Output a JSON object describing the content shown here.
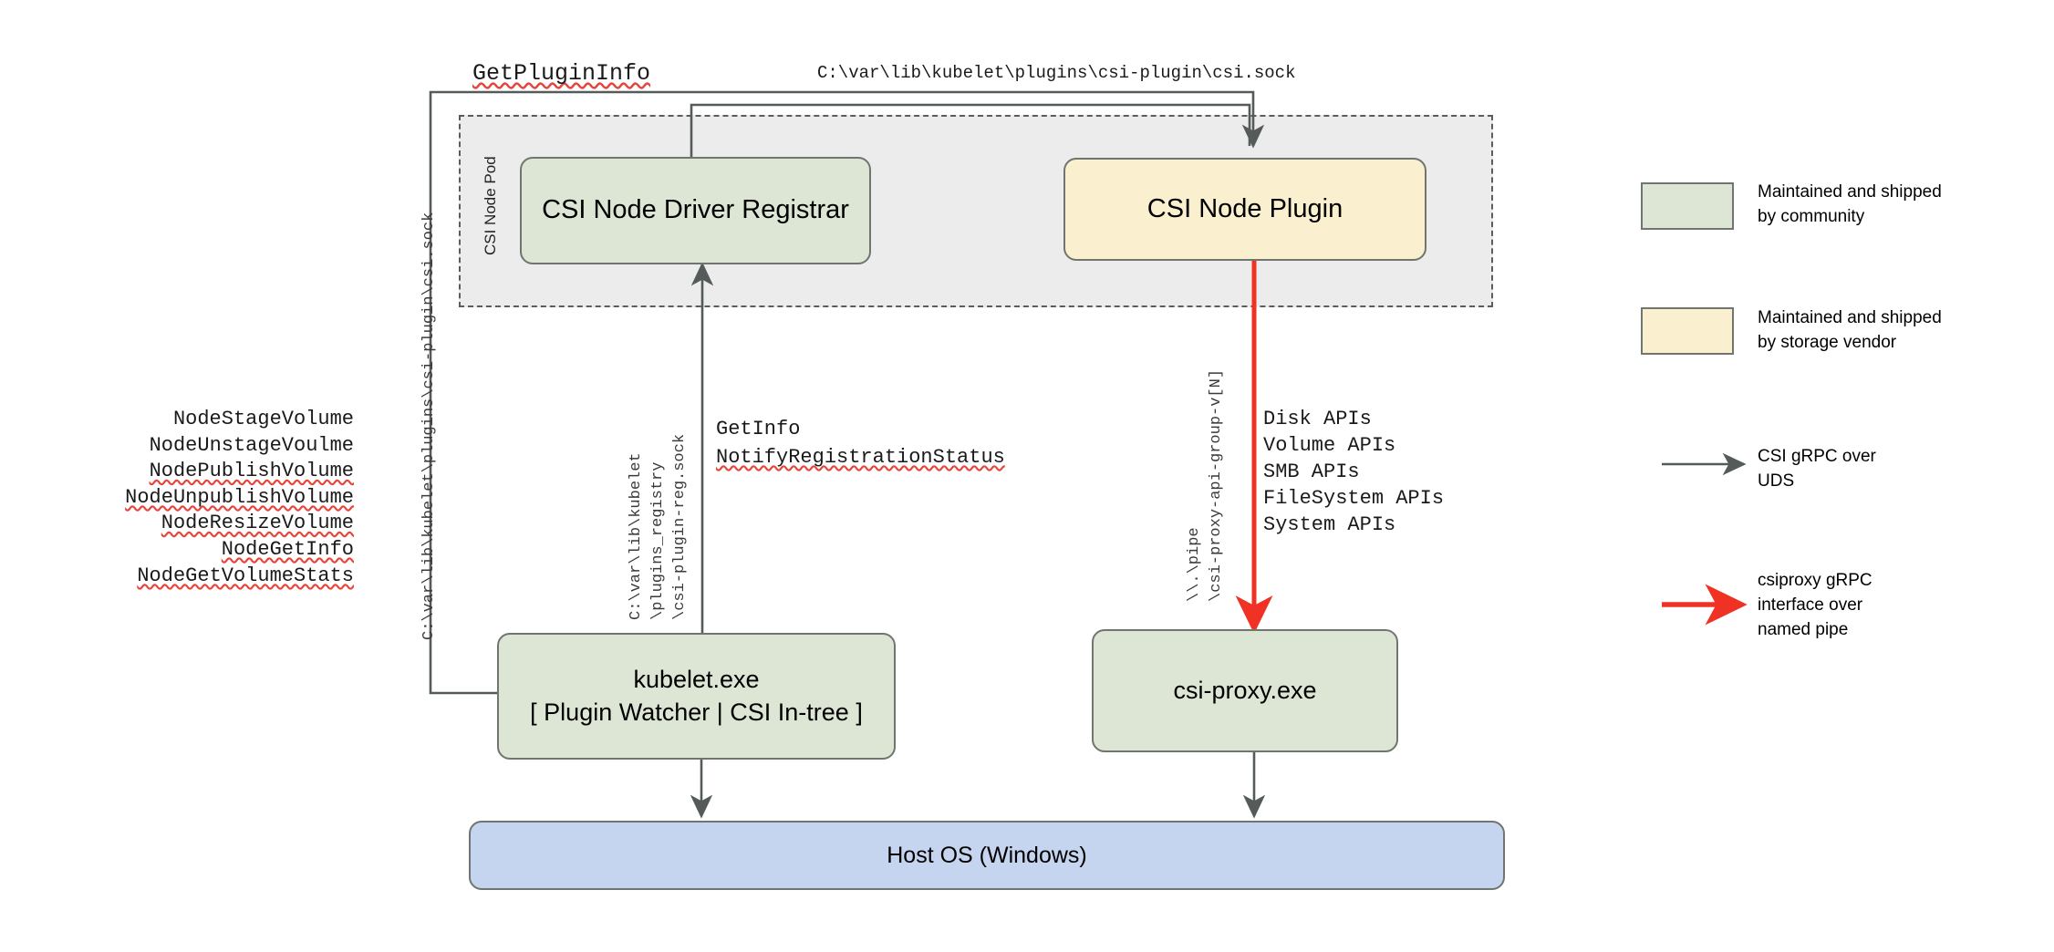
{
  "diagram": {
    "title_labels": {
      "get_plugin_info": "GetPluginInfo",
      "csi_sock_path": "C:\\var\\lib\\kubelet\\plugins\\csi-plugin\\csi.sock"
    },
    "pod": {
      "label": "CSI Node Pod"
    },
    "nodes": {
      "registrar": "CSI Node Driver Registrar",
      "node_plugin": "CSI Node Plugin",
      "kubelet_line1": "kubelet.exe",
      "kubelet_line2": "[ Plugin Watcher | CSI In-tree ]",
      "csi_proxy": "csi-proxy.exe",
      "host_os": "Host OS (Windows)"
    },
    "rpc_list": [
      {
        "text": "NodeStageVolume",
        "misspelled": false
      },
      {
        "text": "NodeUnstageVoulme",
        "misspelled": false
      },
      {
        "text": "NodePublishVolume",
        "misspelled": true
      },
      {
        "text": "NodeUnpublishVolume",
        "misspelled": true
      },
      {
        "text": "NodeResizeVolume",
        "misspelled": true
      },
      {
        "text": "NodeGetInfo",
        "misspelled": true
      },
      {
        "text": "NodeGetVolumeStats",
        "misspelled": true
      }
    ],
    "api_list": [
      "Disk APIs",
      "Volume APIs",
      "SMB APIs",
      "FileSystem APIs",
      "System APIs"
    ],
    "registration_rpcs": {
      "line1": "GetInfo",
      "line2": "NotifyRegistrationStatus"
    },
    "vertical_labels": {
      "left_socket": "C:\\var\\lib\\kubelet\\plugins\\csi-plugin\\csi.sock",
      "reg_path_l1": "C:\\var\\lib\\kubelet",
      "reg_path_l2": "\\plugins_registry",
      "reg_path_l3": "\\csi-plugin-reg.sock",
      "pipe_l1": "\\\\.\\pipe",
      "pipe_l2": "\\csi-proxy-api-group-v[N]"
    },
    "legend": {
      "items": [
        {
          "kind": "swatch",
          "color": "#dde6d5",
          "label": "Maintained and shipped\nby community"
        },
        {
          "kind": "swatch",
          "color": "#faefcf",
          "label": "Maintained and shipped\nby storage vendor"
        },
        {
          "kind": "arrow",
          "color": "#555b5a",
          "label": "CSI gRPC over\nUDS"
        },
        {
          "kind": "arrow",
          "color": "#f03225",
          "label": "csiproxy gRPC\ninterface over\nnamed pipe"
        }
      ]
    },
    "colors": {
      "community_green": "#dde6d5",
      "vendor_yellow": "#faefcf",
      "host_blue": "#c5d5ef",
      "pod_gray": "#ececec",
      "stroke": "#70756f",
      "arrow_gray": "#555b5a",
      "arrow_red": "#f03225",
      "spellcheck_red": "#e8443a"
    }
  }
}
